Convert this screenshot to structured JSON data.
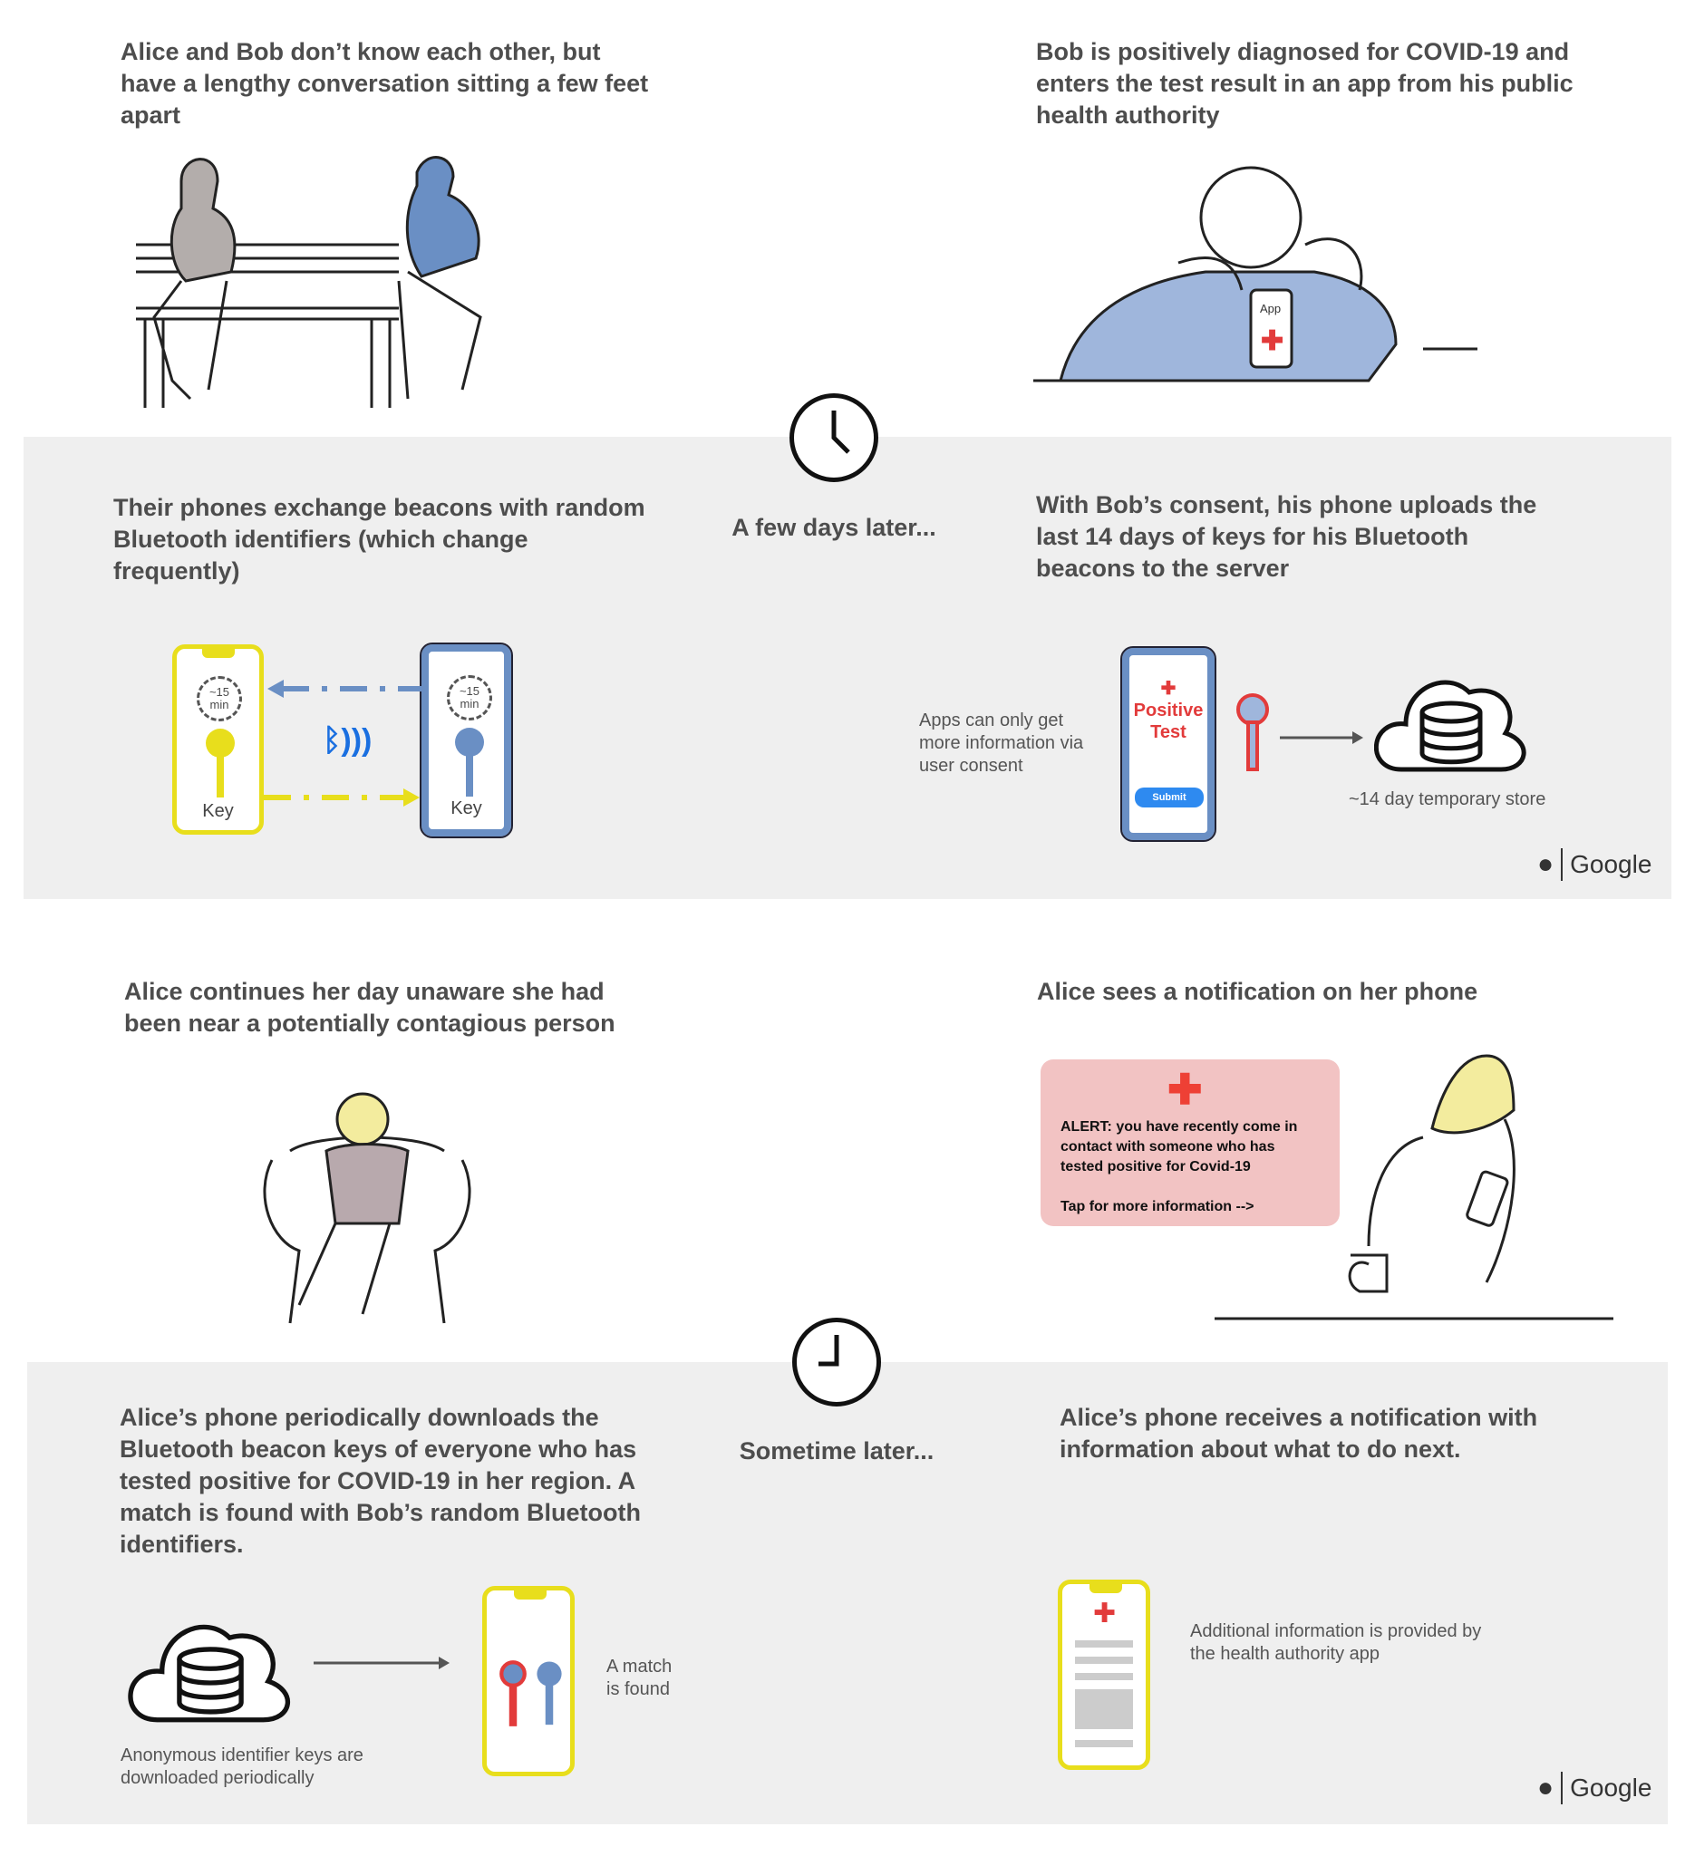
{
  "panels": {
    "p1": {
      "text": "Alice and Bob don’t know each other, but have a lengthy conversation sitting a few feet apart"
    },
    "p2": {
      "text": "Bob is positively diagnosed for COVID-19 and enters the test result in an app from his public health authority",
      "phone_label": "App"
    },
    "p3": {
      "text": "Their phones exchange beacons with random Bluetooth identifiers (which change frequently)",
      "timer_top": "~15",
      "timer_bottom": "min",
      "key_label": "Key"
    },
    "p4": {
      "text": "With Bob’s consent, his phone uploads the last 14 days of keys for his Bluetooth beacons to the server",
      "consent_note": "Apps can only get more information via user consent",
      "phone_title_1": "Positive",
      "phone_title_2": "Test",
      "submit_label": "Submit",
      "store_label": "~14 day temporary store"
    },
    "p5": {
      "text": "Alice continues her day unaware she had been near a potentially contagious person"
    },
    "p6": {
      "text": "Alice sees a notification on her phone",
      "alert_text": "ALERT:  you have recently come in contact with someone who has tested positive for Covid-19",
      "alert_cta": "Tap for more information -->"
    },
    "p7": {
      "text": "Alice’s phone periodically downloads the Bluetooth beacon keys of everyone who has tested positive for COVID-19 in her region. A match is found with Bob’s random Bluetooth identifiers.",
      "download_note": "Anonymous identifier keys are downloaded periodically",
      "match_note": "A match is found"
    },
    "p8": {
      "text": "Alice’s phone receives a notification with information about what to do next.",
      "info_note": "Additional information is provided by the health authority app"
    }
  },
  "transitions": {
    "first": "A few days later...",
    "second": "Sometime later..."
  },
  "logo": {
    "text": "Google"
  },
  "colors": {
    "yellow": "#e8de1c",
    "blue": "#6a8fc4",
    "red": "#e23b3b",
    "band": "#efefef",
    "alert_bg": "#f2c3c3"
  }
}
